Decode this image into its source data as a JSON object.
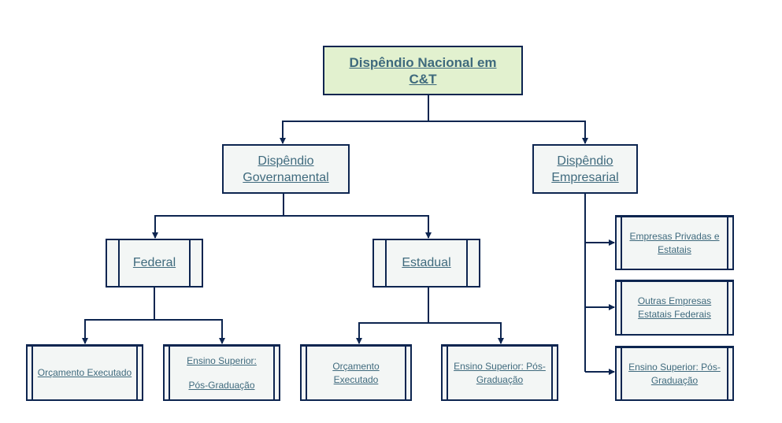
{
  "nodes": {
    "root": "Dispêndio Nacional em C&T",
    "gov": "Dispêndio Governamental",
    "emp": "Dispêndio Empresarial",
    "federal": "Federal",
    "estadual": "Estadual",
    "fed_orc": "Orçamento Executado",
    "fed_ens_line1": "Ensino Superior:",
    "fed_ens_line2": "Pós-Graduação",
    "est_orc": "Orçamento Executado",
    "est_ens": "Ensino Superior: Pós-Graduação",
    "emp_priv": "Empresas Privadas e Estatais",
    "emp_outras": "Outras Empresas Estatais Federais",
    "emp_ens": "Ensino Superior: Pós-Graduação"
  },
  "colors": {
    "line": "#0d2550",
    "text": "#3f6a7d",
    "root_fill": "#e2f1cf",
    "box_fill": "#f3f6f5"
  }
}
